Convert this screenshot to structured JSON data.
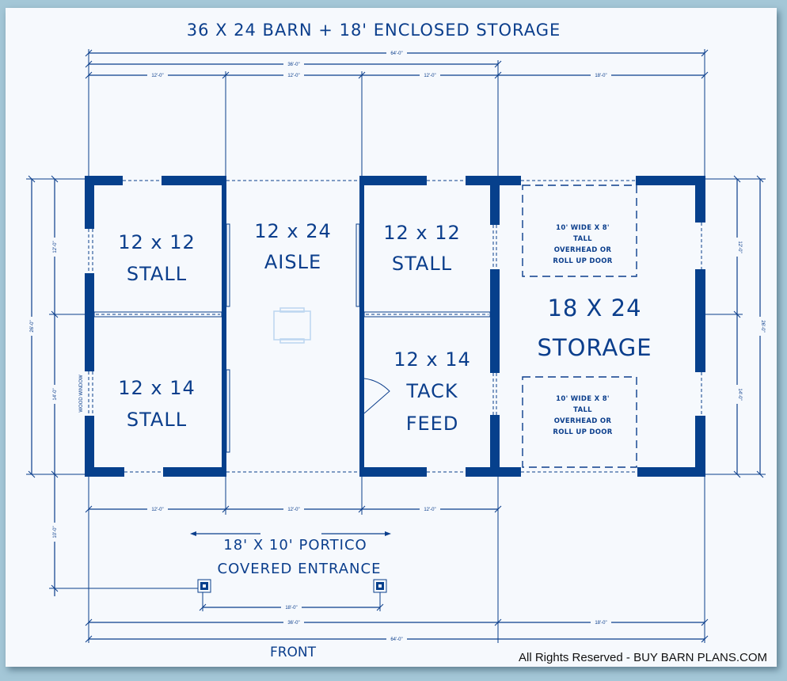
{
  "title": "36 X 24 BARN + 18' ENCLOSED STORAGE",
  "colors": {
    "ink": "#0b3e8c",
    "wall": "#06408c",
    "paper": "#f6f9fd",
    "frame": "#a4c7d7"
  },
  "rooms": [
    {
      "id": "stall-nw",
      "size": "12 x 12",
      "label": "STALL"
    },
    {
      "id": "stall-sw",
      "size": "12 x 14",
      "label": "STALL"
    },
    {
      "id": "aisle",
      "size": "12 x 24",
      "label": "AISLE"
    },
    {
      "id": "stall-ne",
      "size": "12 x 12",
      "label": "STALL"
    },
    {
      "id": "tack-feed",
      "size": "12 x 14",
      "label1": "TACK",
      "label2": "FEED"
    },
    {
      "id": "storage",
      "size": "18 X 24",
      "label": "STORAGE"
    }
  ],
  "doors": [
    {
      "line1": "10' WIDE X 8'",
      "line2": "TALL",
      "line3": "OVERHEAD OR",
      "line4": "ROLL UP DOOR"
    },
    {
      "line1": "10' WIDE X 8'",
      "line2": "TALL",
      "line3": "OVERHEAD OR",
      "line4": "ROLL UP DOOR"
    }
  ],
  "window_label": "WOOD WINDOW",
  "portico": {
    "line1": "18' X 10' PORTICO",
    "line2": "COVERED ENTRANCE"
  },
  "front_label": "FRONT",
  "footer": "All Rights Reserved - BUY BARN PLANS.COM",
  "dimensions": {
    "top_overall": "64'-0\"",
    "top_barn": "36'-0\"",
    "top_bays": [
      "12'-0\"",
      "12'-0\"",
      "12'-0\"",
      "18'-0\""
    ],
    "left_overall": "26'-0\"",
    "left_segments": [
      "12'-0\"",
      "14'-0\""
    ],
    "right_overall": "26'-0\"",
    "right_segments": [
      "12'-0\"",
      "14'-0\""
    ],
    "front_bays": [
      "12'-0\"",
      "12'-0\"",
      "12'-0\""
    ],
    "portico_depth": "10'-0\"",
    "portico_width": "18'-0\"",
    "bottom_barn": "36'-0\"",
    "bottom_storage": "18'-0\"",
    "bottom_overall": "64'-0\""
  }
}
